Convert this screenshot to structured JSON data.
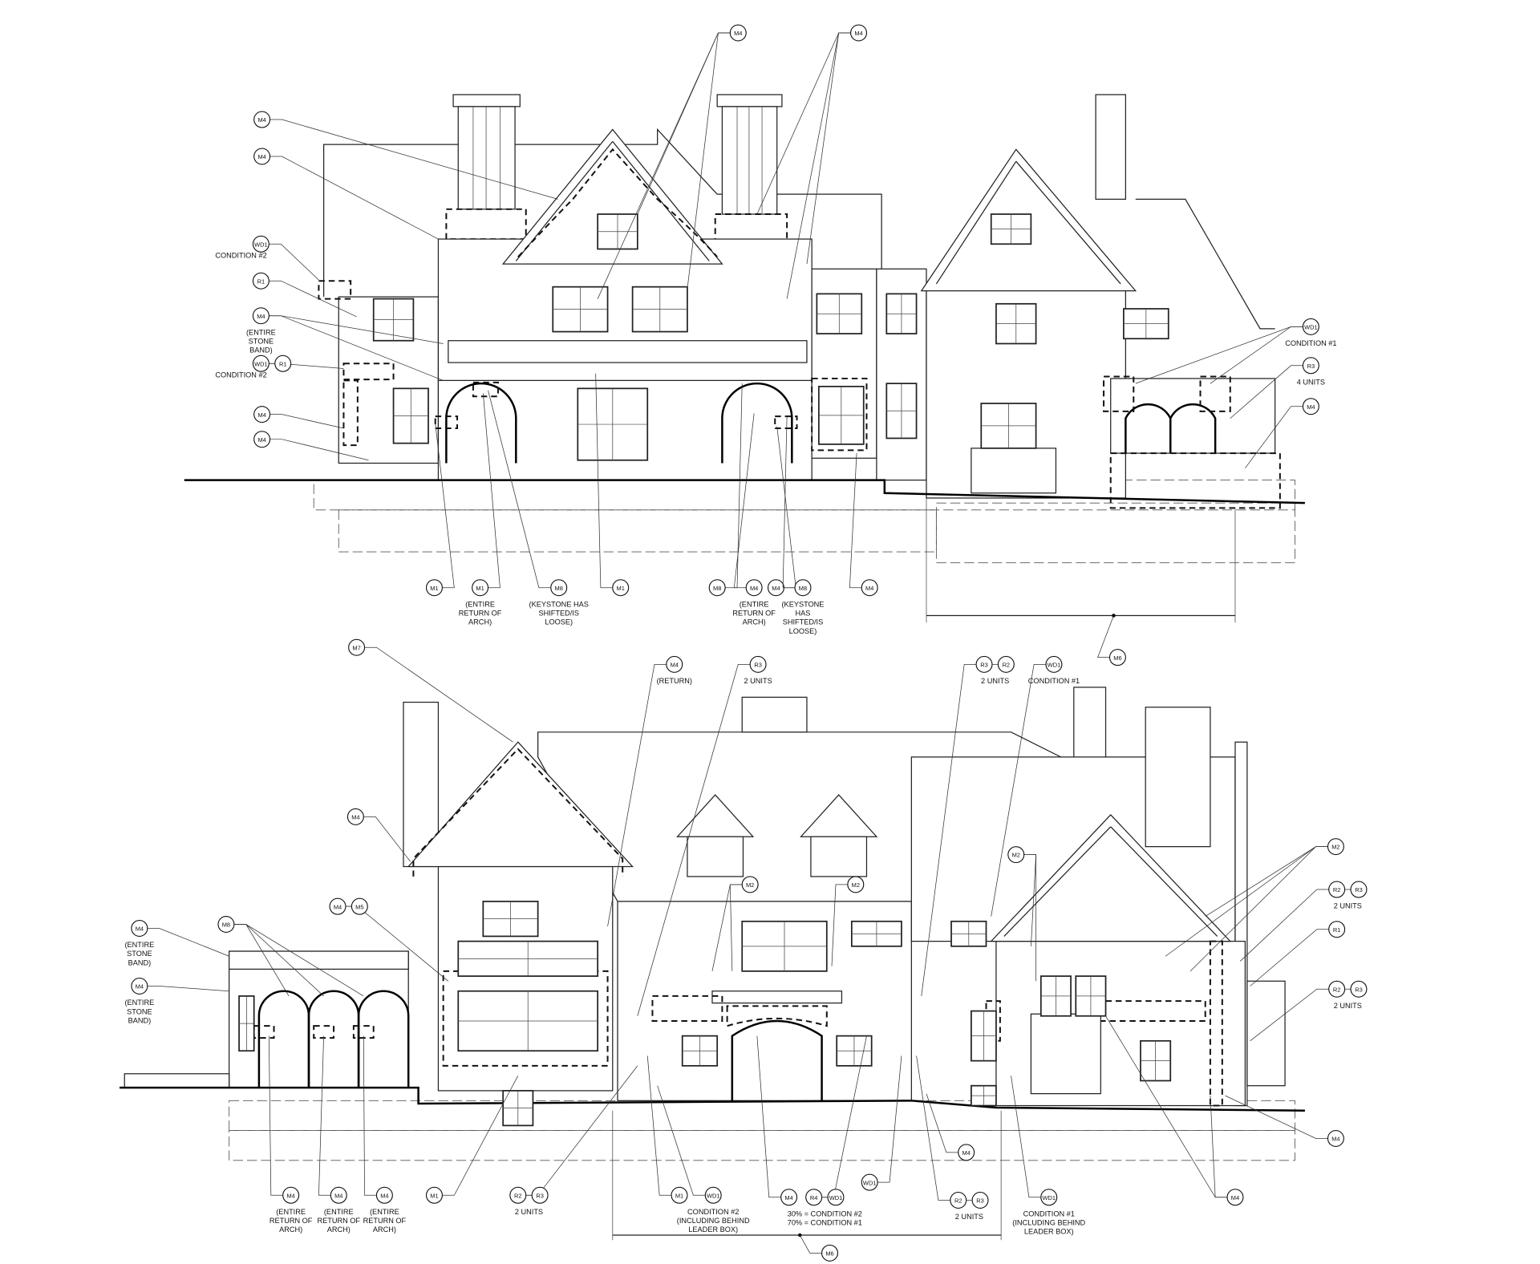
{
  "drawing": {
    "views": [
      "upper-elevation",
      "lower-elevation"
    ],
    "dimension_tag": "M6"
  },
  "callouts": [
    {
      "tags": [
        "M4"
      ],
      "note": []
    },
    {
      "tags": [
        "M4"
      ],
      "note": []
    },
    {
      "tags": [
        "WD1"
      ],
      "note": [
        "CONDITION #2"
      ]
    },
    {
      "tags": [
        "R1"
      ],
      "note": []
    },
    {
      "tags": [
        "M4"
      ],
      "note": [
        "(ENTIRE",
        "STONE",
        "BAND)"
      ]
    },
    {
      "tags": [
        "WD1",
        "R1"
      ],
      "note": [
        "CONDITION #2"
      ]
    },
    {
      "tags": [
        "M4"
      ],
      "note": []
    },
    {
      "tags": [
        "M4"
      ],
      "note": []
    },
    {
      "tags": [
        "M4"
      ],
      "note": []
    },
    {
      "tags": [
        "M4"
      ],
      "note": []
    },
    {
      "tags": [
        "WD1"
      ],
      "note": [
        "CONDITION #1"
      ]
    },
    {
      "tags": [
        "R3"
      ],
      "note": [
        "4 UNITS"
      ]
    },
    {
      "tags": [
        "M4"
      ],
      "note": []
    },
    {
      "tags": [
        "M1"
      ],
      "note": []
    },
    {
      "tags": [
        "M1"
      ],
      "note": [
        "(ENTIRE",
        "RETURN OF",
        "ARCH)"
      ]
    },
    {
      "tags": [
        "M8"
      ],
      "note": [
        "(KEYSTONE HAS",
        "SHIFTED/IS",
        "LOOSE)"
      ]
    },
    {
      "tags": [
        "M1"
      ],
      "note": []
    },
    {
      "tags": [
        "M8"
      ],
      "note": []
    },
    {
      "tags": [
        "M4"
      ],
      "note": [
        "(ENTIRE",
        "RETURN OF",
        "ARCH)"
      ]
    },
    {
      "tags": [
        "M4"
      ],
      "note": []
    },
    {
      "tags": [
        "M8"
      ],
      "note": [
        "(KEYSTONE",
        "HAS",
        "SHIFTED/IS",
        "LOOSE)"
      ]
    },
    {
      "tags": [
        "M4"
      ],
      "note": []
    },
    {
      "tags": [
        "M6"
      ],
      "note": []
    },
    {
      "tags": [
        "M7"
      ],
      "note": []
    },
    {
      "tags": [
        "M4"
      ],
      "note": [
        "(RETURN)"
      ]
    },
    {
      "tags": [
        "R3"
      ],
      "note": [
        "2 UNITS"
      ]
    },
    {
      "tags": [
        "R3",
        "R2"
      ],
      "note": [
        "2 UNITS"
      ]
    },
    {
      "tags": [
        "WD1"
      ],
      "note": [
        "CONDITION #1"
      ]
    },
    {
      "tags": [
        "M4"
      ],
      "note": []
    },
    {
      "tags": [
        "M4",
        "M5"
      ],
      "note": []
    },
    {
      "tags": [
        "M8"
      ],
      "note": []
    },
    {
      "tags": [
        "M4"
      ],
      "note": [
        "(ENTIRE",
        "STONE",
        "BAND)"
      ]
    },
    {
      "tags": [
        "M4"
      ],
      "note": [
        "(ENTIRE",
        "STONE",
        "BAND)"
      ]
    },
    {
      "tags": [
        "M2"
      ],
      "note": []
    },
    {
      "tags": [
        "M2"
      ],
      "note": []
    },
    {
      "tags": [
        "M2"
      ],
      "note": []
    },
    {
      "tags": [
        "M2"
      ],
      "note": []
    },
    {
      "tags": [
        "R2",
        "R3"
      ],
      "note": [
        "2 UNITS"
      ]
    },
    {
      "tags": [
        "R1"
      ],
      "note": []
    },
    {
      "tags": [
        "R2",
        "R3"
      ],
      "note": [
        "2 UNITS"
      ]
    },
    {
      "tags": [
        "M4"
      ],
      "note": []
    },
    {
      "tags": [
        "M4"
      ],
      "note": []
    },
    {
      "tags": [
        "M4"
      ],
      "note": []
    },
    {
      "tags": [
        "M4"
      ],
      "note": [
        "(ENTIRE",
        "RETURN OF",
        "ARCH)"
      ]
    },
    {
      "tags": [
        "M4"
      ],
      "note": [
        "(ENTIRE",
        "RETURN OF",
        "ARCH)"
      ]
    },
    {
      "tags": [
        "M4"
      ],
      "note": [
        "(ENTIRE",
        "RETURN OF",
        "ARCH)"
      ]
    },
    {
      "tags": [
        "M1"
      ],
      "note": []
    },
    {
      "tags": [
        "R2",
        "R3"
      ],
      "note": [
        "2 UNITS"
      ]
    },
    {
      "tags": [
        "M1"
      ],
      "note": []
    },
    {
      "tags": [
        "WD1"
      ],
      "note": [
        "CONDITION #2",
        "(INCLUDING BEHIND",
        "LEADER BOX)"
      ]
    },
    {
      "tags": [
        "M4"
      ],
      "note": []
    },
    {
      "tags": [
        "R4",
        "WD1"
      ],
      "note": [
        "30% = CONDITION #2",
        "70% = CONDITION #1"
      ]
    },
    {
      "tags": [
        "WD1"
      ],
      "note": []
    },
    {
      "tags": [
        "R2",
        "R3"
      ],
      "note": [
        "2 UNITS"
      ]
    },
    {
      "tags": [
        "WD1"
      ],
      "note": [
        "CONDITION #1",
        "(INCLUDING BEHIND",
        "LEADER BOX)"
      ]
    },
    {
      "tags": [
        "M6"
      ],
      "note": []
    }
  ]
}
